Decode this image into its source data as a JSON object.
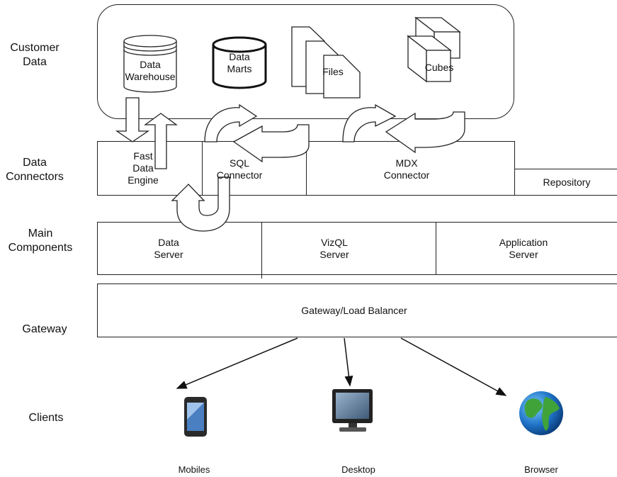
{
  "layers": {
    "customer_data": "Customer\nData",
    "data_connectors": "Data\nConnectors",
    "main_components": "Main\nComponents",
    "gateway": "Gateway",
    "clients": "Clients"
  },
  "customer_data": {
    "warehouse": "Data\nWarehouse",
    "marts": "Data\nMarts",
    "files": "Files",
    "cubes": "Cubes"
  },
  "connectors": {
    "fast_data_engine": "Fast\nData\nEngine",
    "sql_connector": "SQL\nConnector",
    "mdx_connector": "MDX\nConnector",
    "repository": "Repository"
  },
  "components": {
    "data_server": "Data\nServer",
    "vizql_server": "VizQL\nServer",
    "application_server": "Application\nServer"
  },
  "gateway": {
    "label": "Gateway/Load Balancer"
  },
  "clients": {
    "mobiles": "Mobiles",
    "desktop": "Desktop",
    "browser": "Browser"
  }
}
